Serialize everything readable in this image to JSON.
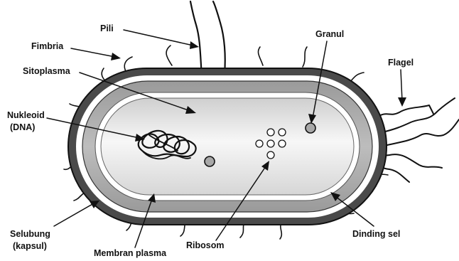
{
  "diagram": {
    "labels": {
      "pili": "Pili",
      "fimbria": "Fimbria",
      "sitoplasma": "Sitoplasma",
      "nukleoid_1": "Nukleoid",
      "nukleoid_2": "(DNA)",
      "granul": "Granul",
      "flagel": "Flagel",
      "selubung_1": "Selubung",
      "selubung_2": "(kapsul)",
      "membran_plasma": "Membran plasma",
      "ribosom": "Ribosom",
      "dinding_sel": "Dinding sel"
    },
    "colors": {
      "outline": "#111111",
      "capsule": "#555555",
      "wall": "#a9a9a9",
      "cytoplasm": "#f2f2f2",
      "granule": "#b0b0b0"
    }
  }
}
